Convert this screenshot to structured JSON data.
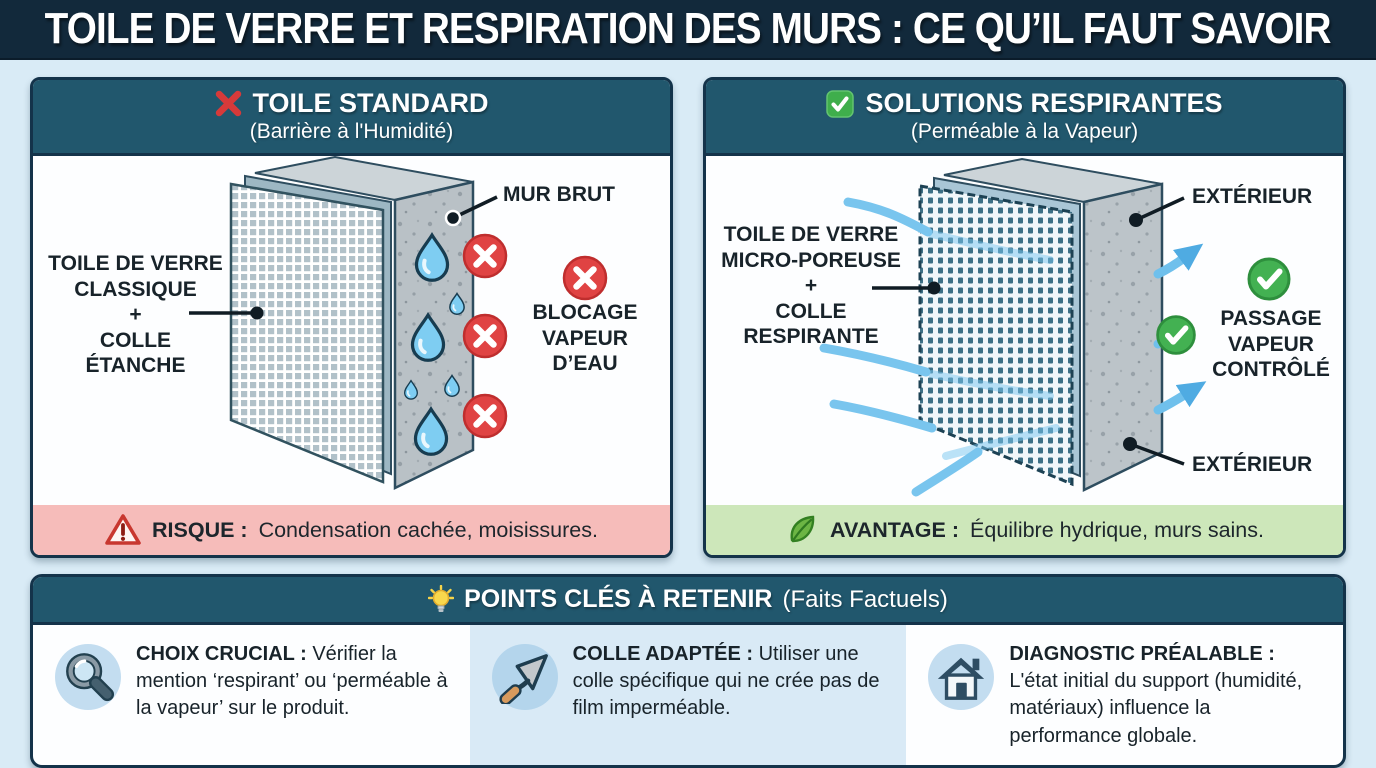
{
  "title": "TOILE DE VERRE ET RESPIRATION DES MURS : CE QU’IL FAUT SAVOIR",
  "left_panel": {
    "header_icon": "x-mark-icon",
    "title": "TOILE STANDARD",
    "subtitle": "(Barrière à l'Humidité)",
    "labels": {
      "membrane": "TOILE DE VERRE\nCLASSIQUE\n+\nCOLLE\nÉTANCHE",
      "wall": "MUR BRUT",
      "blockage": "BLOCAGE\nVAPEUR\nD’EAU"
    },
    "footer": {
      "icon": "warning-icon",
      "label": "RISQUE :",
      "text": "Condensation cachée, moisissures."
    }
  },
  "right_panel": {
    "header_icon": "check-icon",
    "title": "SOLUTIONS RESPIRANTES",
    "subtitle": "(Perméable à la Vapeur)",
    "labels": {
      "membrane": "TOILE DE VERRE\nMICRO-POREUSE\n+\nCOLLE\nRESPIRANTE",
      "exterior_top": "EXTÉRIEUR",
      "passage": "PASSAGE\nVAPEUR\nCONTRÔLÉ",
      "exterior_bottom": "EXTÉRIEUR"
    },
    "footer": {
      "icon": "leaf-icon",
      "label": "AVANTAGE :",
      "text": "Équilibre hydrique, murs sains."
    }
  },
  "key_points": {
    "icon": "lightbulb-icon",
    "title": "POINTS CLÉS À RETENIR",
    "subtitle": "(Faits Factuels)",
    "items": [
      {
        "icon": "magnifier-icon",
        "label": "CHOIX CRUCIAL :",
        "text": "Vérifier la mention ‘respirant’ ou ‘perméable à la vapeur’ sur le produit."
      },
      {
        "icon": "trowel-icon",
        "label": "COLLE ADAPTÉE :",
        "text": "Utiliser une colle spécifique qui ne crée pas de film imperméable."
      },
      {
        "icon": "house-icon",
        "label": "DIAGNOSTIC PRÉALABLE :",
        "text": "L'état initial du support (humidité, matériaux) influence la performance globale."
      }
    ]
  },
  "colors": {
    "page_bg": "#d9ebf6",
    "title_bg": "#12293b",
    "panel_header_bg": "#21576d",
    "risk_bg": "#f6bcba",
    "advantage_bg": "#cde7ba",
    "error_red": "#d93a3c",
    "success_green": "#3fae4c",
    "vapor_blue": "#6fc0ec"
  }
}
